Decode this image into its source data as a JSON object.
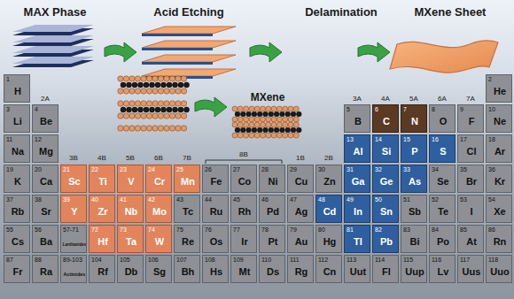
{
  "diagram": {
    "nodes": [
      {
        "text": [
          "1",
          "H"
        ]
      },
      {
        "text": [
          "2",
          "He"
        ]
      },
      {
        "text": [
          "3",
          "Li"
        ]
      },
      {
        "text": [
          "4",
          "Be"
        ]
      },
      {
        "text": [
          "5",
          "B"
        ]
      },
      {
        "text": [
          "6",
          "C"
        ]
      },
      {
        "text": [
          "7",
          "N"
        ]
      },
      {
        "text": [
          "8",
          "O"
        ]
      },
      {
        "text": [
          "9",
          "F"
        ]
      },
      {
        "text": [
          "10",
          "Ne"
        ]
      },
      {
        "text": [
          "11",
          "Na"
        ]
      },
      {
        "text": [
          "12",
          "Mg"
        ]
      },
      {
        "text": [
          "13",
          "Al"
        ]
      },
      {
        "text": [
          "14",
          "Si"
        ]
      },
      {
        "text": [
          "15",
          "P"
        ]
      },
      {
        "text": [
          "16",
          "S"
        ]
      },
      {
        "text": [
          "17",
          "Cl"
        ]
      },
      {
        "text": [
          "18",
          "Ar"
        ]
      },
      {
        "text": [
          "19",
          "K"
        ]
      },
      {
        "text": [
          "20",
          "Ca"
        ]
      },
      {
        "text": [
          "21",
          "Sc"
        ]
      },
      {
        "text": [
          "22",
          "Ti"
        ]
      },
      {
        "text": [
          "23",
          "V"
        ]
      },
      {
        "text": [
          "24",
          "Cr"
        ]
      },
      {
        "text": [
          "25",
          "Mn"
        ]
      },
      {
        "text": [
          "26",
          "Fe"
        ]
      },
      {
        "text": [
          "27",
          "Co"
        ]
      },
      {
        "text": [
          "28",
          "Ni"
        ]
      },
      {
        "text": [
          "29",
          "Cu"
        ]
      },
      {
        "text": [
          "30",
          "Zn"
        ]
      },
      {
        "text": [
          "31",
          "Ga"
        ]
      },
      {
        "text": [
          "32",
          "Ge"
        ]
      },
      {
        "text": [
          "33",
          "As"
        ]
      },
      {
        "text": [
          "34",
          "Se"
        ]
      },
      {
        "text": [
          "35",
          "Br"
        ]
      },
      {
        "text": [
          "36",
          "Kr"
        ]
      },
      {
        "text": [
          "37",
          "Rb"
        ]
      },
      {
        "text": [
          "38",
          "Sr"
        ]
      },
      {
        "text": [
          "39",
          "Y"
        ]
      },
      {
        "text": [
          "40",
          "Zr"
        ]
      },
      {
        "text": [
          "41",
          "Nb"
        ]
      },
      {
        "text": [
          "42",
          "Mo"
        ]
      },
      {
        "text": [
          "43",
          "Tc"
        ]
      },
      {
        "text": [
          "44",
          "Ru"
        ]
      },
      {
        "text": [
          "45",
          "Rh"
        ]
      },
      {
        "text": [
          "46",
          "Pd"
        ]
      },
      {
        "text": [
          "47",
          "Ag"
        ]
      },
      {
        "text": [
          "48",
          "Cd"
        ]
      },
      {
        "text": [
          "49",
          "In"
        ]
      },
      {
        "text": [
          "50",
          "Sn"
        ]
      },
      {
        "text": [
          "51",
          "Sb"
        ]
      },
      {
        "text": [
          "52",
          "Te"
        ]
      },
      {
        "text": [
          "53",
          "I"
        ]
      },
      {
        "text": [
          "54",
          "Xe"
        ]
      },
      {
        "text": [
          "55",
          "Cs"
        ]
      },
      {
        "text": [
          "56",
          "Ba"
        ]
      },
      {
        "text": [
          "57-71",
          "Lanthanides"
        ]
      },
      {
        "text": [
          "72",
          "Hf"
        ]
      },
      {
        "text": [
          "73",
          "Ta"
        ]
      },
      {
        "text": [
          "74",
          "W"
        ]
      },
      {
        "text": [
          "75",
          "Re"
        ]
      },
      {
        "text": [
          "76",
          "Os"
        ]
      },
      {
        "text": [
          "77",
          "Ir"
        ]
      },
      {
        "text": [
          "78",
          "Pt"
        ]
      },
      {
        "text": [
          "79",
          "Au"
        ]
      },
      {
        "text": [
          "80",
          "Hg"
        ]
      },
      {
        "text": [
          "81",
          "Tl"
        ]
      },
      {
        "text": [
          "82",
          "Pb"
        ]
      },
      {
        "text": [
          "83",
          "Bi"
        ]
      },
      {
        "text": [
          "84",
          "Po"
        ]
      },
      {
        "text": [
          "85",
          "At"
        ]
      },
      {
        "text": [
          "86",
          "Rn"
        ]
      },
      {
        "text": [
          "87",
          "Fr"
        ]
      },
      {
        "text": [
          "88",
          "Ra"
        ]
      },
      {
        "text": [
          "89-103",
          "Actinides"
        ]
      },
      {
        "text": [
          "104",
          "Rf"
        ]
      },
      {
        "text": [
          "105",
          "Db"
        ]
      },
      {
        "text": [
          "106",
          "Sg"
        ]
      },
      {
        "text": [
          "107",
          "Bh"
        ]
      },
      {
        "text": [
          "108",
          "Hs"
        ]
      },
      {
        "text": [
          "109",
          "Mt"
        ]
      },
      {
        "text": [
          "110",
          "Ds"
        ]
      },
      {
        "text": [
          "111",
          "Rg"
        ]
      },
      {
        "text": [
          "112",
          "Cn"
        ]
      },
      {
        "text": [
          "113",
          "Uut"
        ]
      },
      {
        "text": [
          "114",
          "Fl"
        ]
      },
      {
        "text": [
          "115",
          "Uup"
        ]
      },
      {
        "text": [
          "116",
          "Lv"
        ]
      },
      {
        "text": [
          "117",
          "Uus"
        ]
      },
      {
        "text": [
          "118",
          "Uuo"
        ]
      }
    ],
    "labels": [
      "MAX Phase",
      "Acid Etching",
      "Delamination",
      "MXene Sheet",
      "MXene",
      "2A",
      "3A",
      "4A",
      "5A",
      "6A",
      "7A",
      "3B",
      "4B",
      "5B",
      "6B",
      "7B",
      "8B",
      "1B",
      "2B"
    ]
  }
}
